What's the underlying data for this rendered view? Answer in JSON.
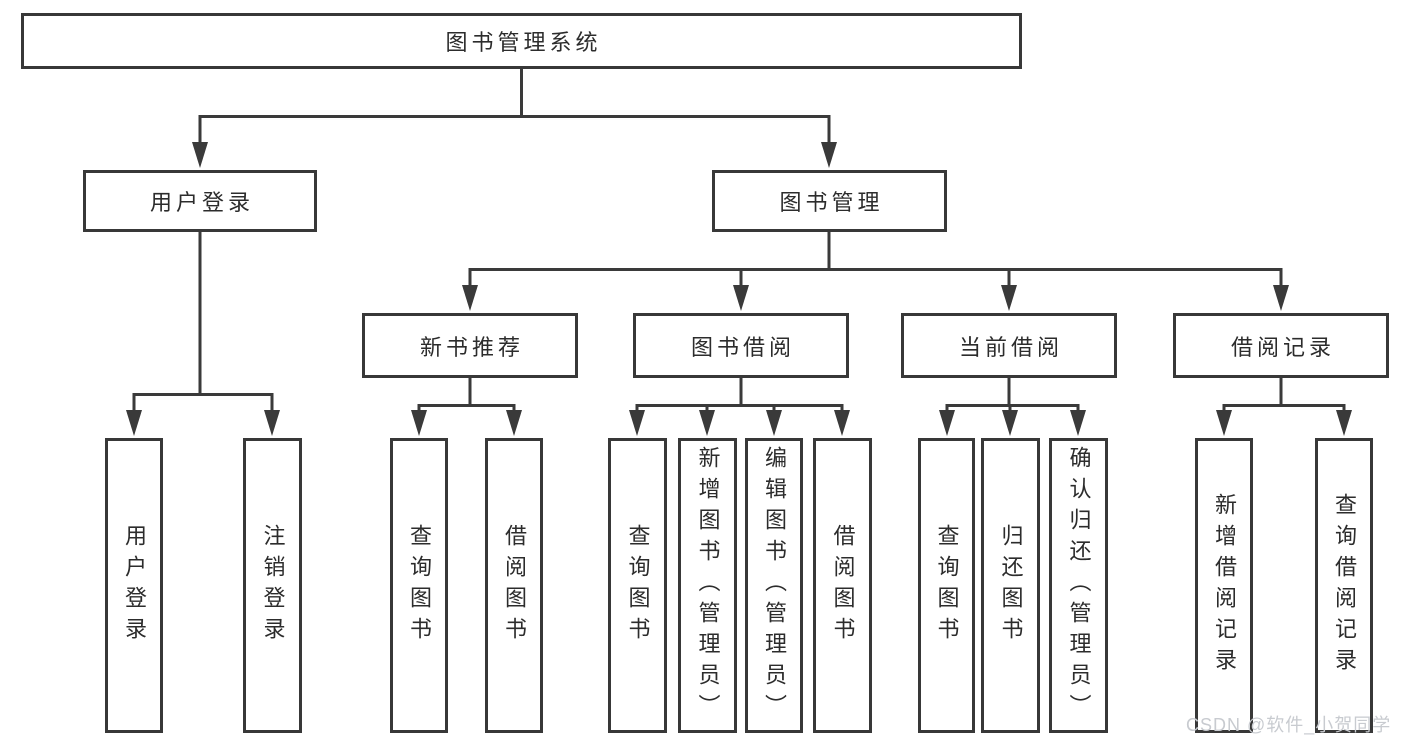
{
  "colors": {
    "line": "#3a3a3a",
    "box_border": "#383838",
    "text": "#2c2c2c",
    "background": "#ffffff",
    "watermark": "#c8cbd0"
  },
  "tree": {
    "root_label": "图书管理系统",
    "branches": [
      {
        "label": "用户登录",
        "children": [
          {
            "label": "用户登录"
          },
          {
            "label": "注销登录"
          }
        ]
      },
      {
        "label": "图书管理",
        "sections": [
          {
            "label": "新书推荐",
            "children": [
              {
                "label": "查询图书"
              },
              {
                "label": "借阅图书"
              }
            ]
          },
          {
            "label": "图书借阅",
            "children": [
              {
                "label": "查询图书"
              },
              {
                "label": "新增图书（管理员）"
              },
              {
                "label": "编辑图书（管理员）"
              },
              {
                "label": "借阅图书"
              }
            ]
          },
          {
            "label": "当前借阅",
            "children": [
              {
                "label": "查询图书"
              },
              {
                "label": "归还图书"
              },
              {
                "label": "确认归还（管理员）"
              }
            ]
          },
          {
            "label": "借阅记录",
            "children": [
              {
                "label": "新增借阅记录"
              },
              {
                "label": "查询借阅记录"
              }
            ]
          }
        ]
      }
    ]
  },
  "watermark": {
    "text": "CSDN @软件_小贺同学"
  }
}
